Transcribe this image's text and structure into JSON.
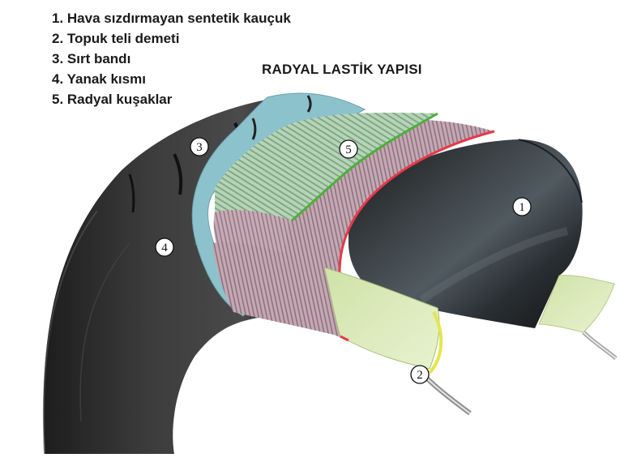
{
  "title": "RADYAL LASTİK YAPISI",
  "legend": [
    {
      "number": "1",
      "text": "1. Hava sızdırmayan sentetik kauçuk"
    },
    {
      "number": "2",
      "text": "2. Topuk teli demeti"
    },
    {
      "number": "3",
      "text": "3. Sırt bandı"
    },
    {
      "number": "4",
      "text": "4. Yanak kısmı"
    },
    {
      "number": "5",
      "text": "5. Radyal kuşaklar"
    }
  ],
  "callouts": {
    "inner_liner": "1",
    "bead_wire": "2",
    "tread": "3",
    "sidewall": "4",
    "radial_belts": "5"
  },
  "colors": {
    "rubber": "#2b2b2b",
    "tread_band": "#8cc2cc",
    "belt_green": "#b8d4b8",
    "belt_pink": "#c4a8b2",
    "bead_filler": "#d6e6b4",
    "accent_red": "#e8384a",
    "accent_green": "#4caf3a",
    "bead_yellow": "#e3e64a"
  }
}
